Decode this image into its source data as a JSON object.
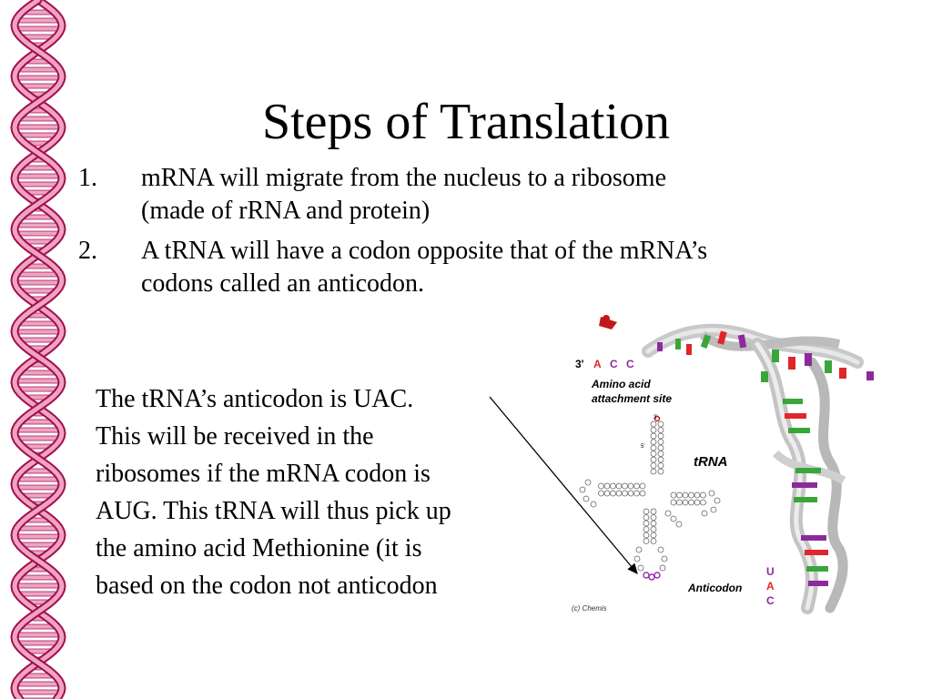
{
  "slide": {
    "title": "Steps of Translation",
    "steps": [
      {
        "number": "1.",
        "lines": [
          "mRNA will migrate from the nucleus to a ribosome",
          "(made of rRNA and protein)"
        ]
      },
      {
        "number": "2.",
        "lines": [
          "A tRNA will have a codon opposite that of the mRNA’s",
          "codons called an anticodon."
        ]
      }
    ],
    "explanation_lines": [
      "The tRNA’s anticodon is UAC.",
      "This will be received in the",
      "ribosomes if the mRNA codon is",
      "AUG.  This tRNA will thus pick up",
      "the amino acid Methionine (it is",
      "based on the codon not anticodon"
    ]
  },
  "figure": {
    "end_label": "3'",
    "acc_letters": [
      "A",
      "C",
      "C"
    ],
    "attachment_label_1": "Amino acid",
    "attachment_label_2": "attachment site",
    "molecule_label": "tRNA",
    "anticodon_label": "Anticodon",
    "anticodon_letters": [
      "U",
      "A",
      "C"
    ],
    "diagram_3prime": "3'",
    "diagram_5prime": "5'",
    "credit": "(c) Chemis"
  },
  "colors": {
    "dna_fill": "#f0a3c4",
    "dna_outline": "#a0104a",
    "accent_red": "#e0262a",
    "accent_purple": "#8c2a9c",
    "helix_green": "#3aa63a",
    "backbone_grey": "#c9c9c9",
    "anticodon_purple": "#9b30b0"
  }
}
